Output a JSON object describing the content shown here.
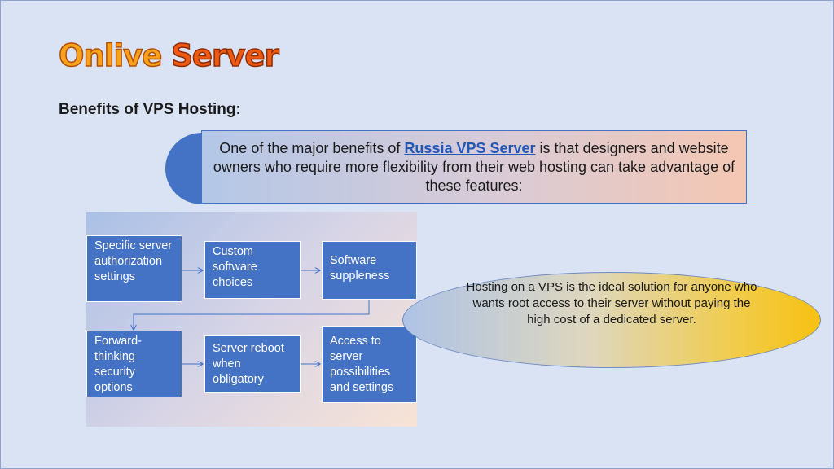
{
  "logo": {
    "word1": "Onlive",
    "word2": "Server"
  },
  "heading": "Benefits of VPS Hosting:",
  "intro": {
    "before": "One of the major benefits of ",
    "link": "Russia VPS Server",
    "after": " is that designers and website owners who require more flexibility from their web hosting can take advantage of these features:"
  },
  "flow": {
    "row1": [
      "Specific server authorization settings",
      "Custom software choices",
      "Software suppleness"
    ],
    "row2": [
      "Forward-thinking security options",
      "Server reboot when obligatory",
      "Access to server possibilities and settings"
    ]
  },
  "callout": "Hosting on a VPS is the ideal solution for anyone who wants root access to their server without paying the high cost of a dedicated server.",
  "colors": {
    "box_blue": "#4472c4",
    "logo_orange": "#f6a21a",
    "logo_red": "#ee5a12",
    "link_blue": "#1f58b8",
    "callout_yellow": "#f6c112"
  }
}
